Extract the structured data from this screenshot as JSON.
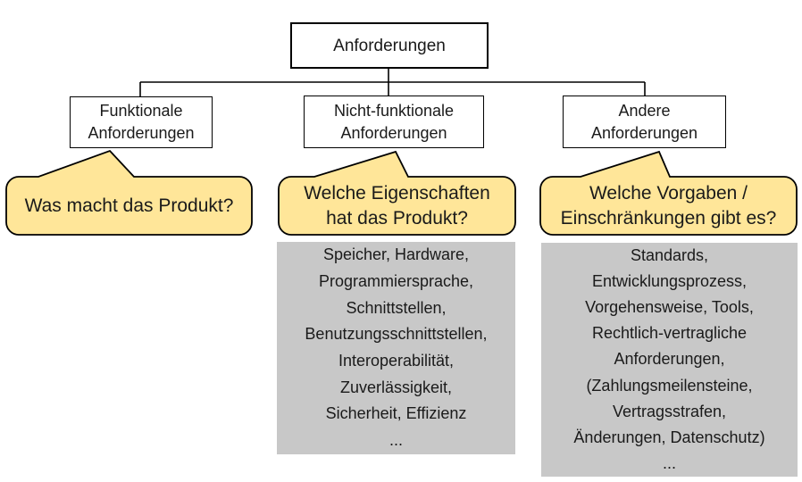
{
  "colors": {
    "callout_fill": "#FFE699",
    "detail_fill": "#C8C8C8",
    "line": "#000000",
    "text": "#1A1A1A"
  },
  "tree": {
    "root": {
      "label": "Anforderungen"
    },
    "children": [
      {
        "lines": [
          "Funktionale",
          "Anforderungen"
        ]
      },
      {
        "lines": [
          "Nicht-funktionale",
          "Anforderungen"
        ]
      },
      {
        "lines": [
          "Andere",
          "Anforderungen"
        ]
      }
    ]
  },
  "callouts": [
    {
      "lines": [
        "Was macht das Produkt?"
      ]
    },
    {
      "lines": [
        "Welche Eigenschaften",
        "hat das Produkt?"
      ]
    },
    {
      "lines": [
        "Welche Vorgaben /",
        "Einschränkungen gibt es?"
      ]
    }
  ],
  "detail_boxes": [
    {
      "lines": [
        "Speicher, Hardware,",
        "Programmiersprache,",
        "Schnittstellen,",
        "Benutzungsschnittstellen,",
        "Interoperabilität,",
        "Zuverlässigkeit,",
        "Sicherheit, Effizienz",
        "..."
      ]
    },
    {
      "lines": [
        "Standards,",
        "Entwicklungsprozess,",
        "Vorgehensweise, Tools,",
        "Rechtlich-vertragliche",
        "Anforderungen,",
        "(Zahlungsmeilensteine,",
        "Vertragsstrafen,",
        "Änderungen, Datenschutz)",
        "..."
      ]
    }
  ]
}
